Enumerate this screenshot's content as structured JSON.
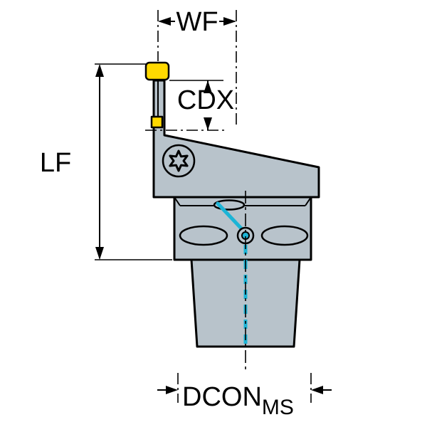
{
  "drawing": {
    "labels": {
      "width_flange": "WF",
      "cutting_depth": "CDX",
      "functional_length": "LF",
      "connection_diameter": "DCON",
      "connection_diameter_sub": "MS"
    },
    "colors": {
      "background": "#ffffff",
      "body": "#b8c3cb",
      "outline": "#000000",
      "insert": "#ffd900",
      "coolant": "#1cb4d6"
    }
  }
}
